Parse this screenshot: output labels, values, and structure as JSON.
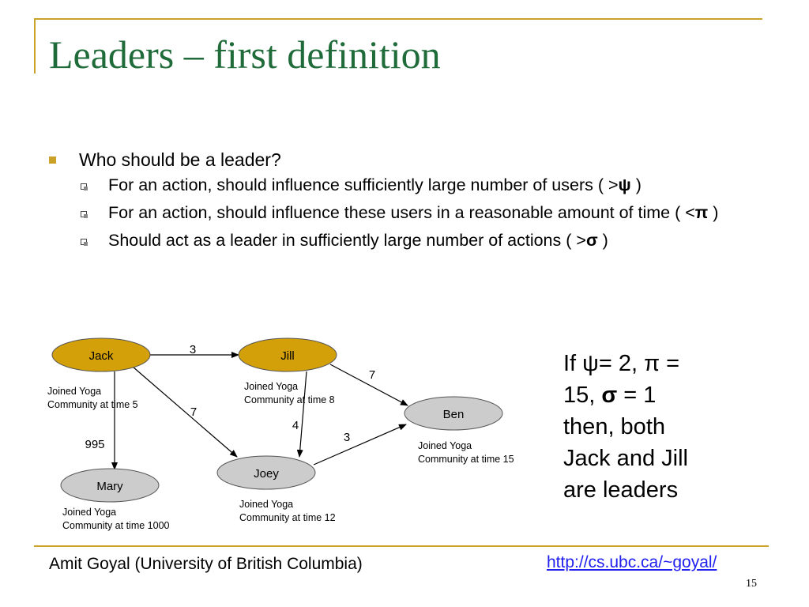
{
  "title": "Leaders – first definition",
  "bullet_main": "Who should be a leader?",
  "sub_bullets": [
    {
      "text": "For an action, should influence sufficiently large number of users ( >",
      "symbol": "ψ",
      "tail": " )"
    },
    {
      "text": "For an action, should influence these users in a reasonable amount of time ( <",
      "symbol": "π",
      "tail": " )"
    },
    {
      "text": "Should act as a leader in sufficiently large number of actions ( >",
      "symbol": "σ",
      "tail": " )"
    }
  ],
  "diagram": {
    "nodes": [
      {
        "id": "jack",
        "label": "Jack",
        "fill": "#d4a00a",
        "note1": "Joined Yoga",
        "note2": "Community at time 5"
      },
      {
        "id": "jill",
        "label": "Jill",
        "fill": "#d4a00a",
        "note1": "Joined Yoga",
        "note2": "Community at time 8"
      },
      {
        "id": "ben",
        "label": "Ben",
        "fill": "#cccccc",
        "note1": "Joined Yoga",
        "note2": "Community at time 15"
      },
      {
        "id": "joey",
        "label": "Joey",
        "fill": "#cccccc",
        "note1": "Joined Yoga",
        "note2": "Community at time 12"
      },
      {
        "id": "mary",
        "label": "Mary",
        "fill": "#cccccc",
        "note1": "Joined Yoga",
        "note2": "Community at time 1000"
      }
    ],
    "edges": [
      {
        "from": "jack",
        "to": "jill",
        "label": "3"
      },
      {
        "from": "jill",
        "to": "ben",
        "label": "7"
      },
      {
        "from": "jack",
        "to": "joey",
        "label": "7"
      },
      {
        "from": "jill",
        "to": "joey",
        "label": "4"
      },
      {
        "from": "joey",
        "to": "ben",
        "label": "3"
      },
      {
        "from": "jack",
        "to": "mary",
        "label": "995"
      }
    ]
  },
  "side_text": {
    "line1": "If ψ= 2, π =",
    "line2a": "15, ",
    "line2sym": "σ",
    "line2b": " = 1",
    "line3": "then, both",
    "line4": "Jack and Jill",
    "line5": "are leaders"
  },
  "footer": {
    "left": "Amit Goyal (University of British Columbia)",
    "link": "http://cs.ubc.ca/~goyal/",
    "page": "15"
  },
  "colors": {
    "accent": "#c9a227",
    "title": "#1f6b3a",
    "leader_node": "#d4a00a",
    "other_node": "#cccccc"
  }
}
